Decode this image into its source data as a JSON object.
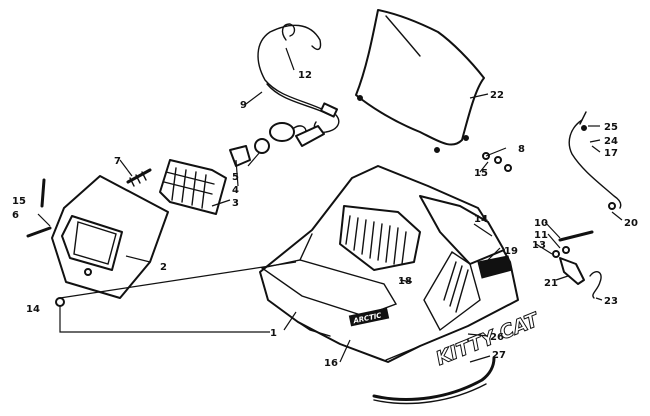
{
  "diagram": {
    "brand_text": "KITTY CAT",
    "hood_badge": "ARCTIC",
    "callouts": [
      {
        "id": "c1",
        "label": "1"
      },
      {
        "id": "c2",
        "label": "2"
      },
      {
        "id": "c3",
        "label": "3"
      },
      {
        "id": "c4",
        "label": "4"
      },
      {
        "id": "c5",
        "label": "5"
      },
      {
        "id": "c6",
        "label": "6"
      },
      {
        "id": "c7",
        "label": "7"
      },
      {
        "id": "c8",
        "label": "8"
      },
      {
        "id": "c9",
        "label": "9"
      },
      {
        "id": "c10",
        "label": "10"
      },
      {
        "id": "c11",
        "label": "11"
      },
      {
        "id": "c12",
        "label": "12"
      },
      {
        "id": "c13",
        "label": "13"
      },
      {
        "id": "c14a",
        "label": "14"
      },
      {
        "id": "c14b",
        "label": "14"
      },
      {
        "id": "c15a",
        "label": "15"
      },
      {
        "id": "c15b",
        "label": "15"
      },
      {
        "id": "c16",
        "label": "16"
      },
      {
        "id": "c17",
        "label": "17"
      },
      {
        "id": "c18",
        "label": "18"
      },
      {
        "id": "c19",
        "label": "19"
      },
      {
        "id": "c20",
        "label": "20"
      },
      {
        "id": "c21",
        "label": "21"
      },
      {
        "id": "c22",
        "label": "22"
      },
      {
        "id": "c23",
        "label": "23"
      },
      {
        "id": "c24",
        "label": "24"
      },
      {
        "id": "c25",
        "label": "25"
      },
      {
        "id": "c26",
        "label": "26"
      },
      {
        "id": "c27",
        "label": "27"
      }
    ]
  }
}
